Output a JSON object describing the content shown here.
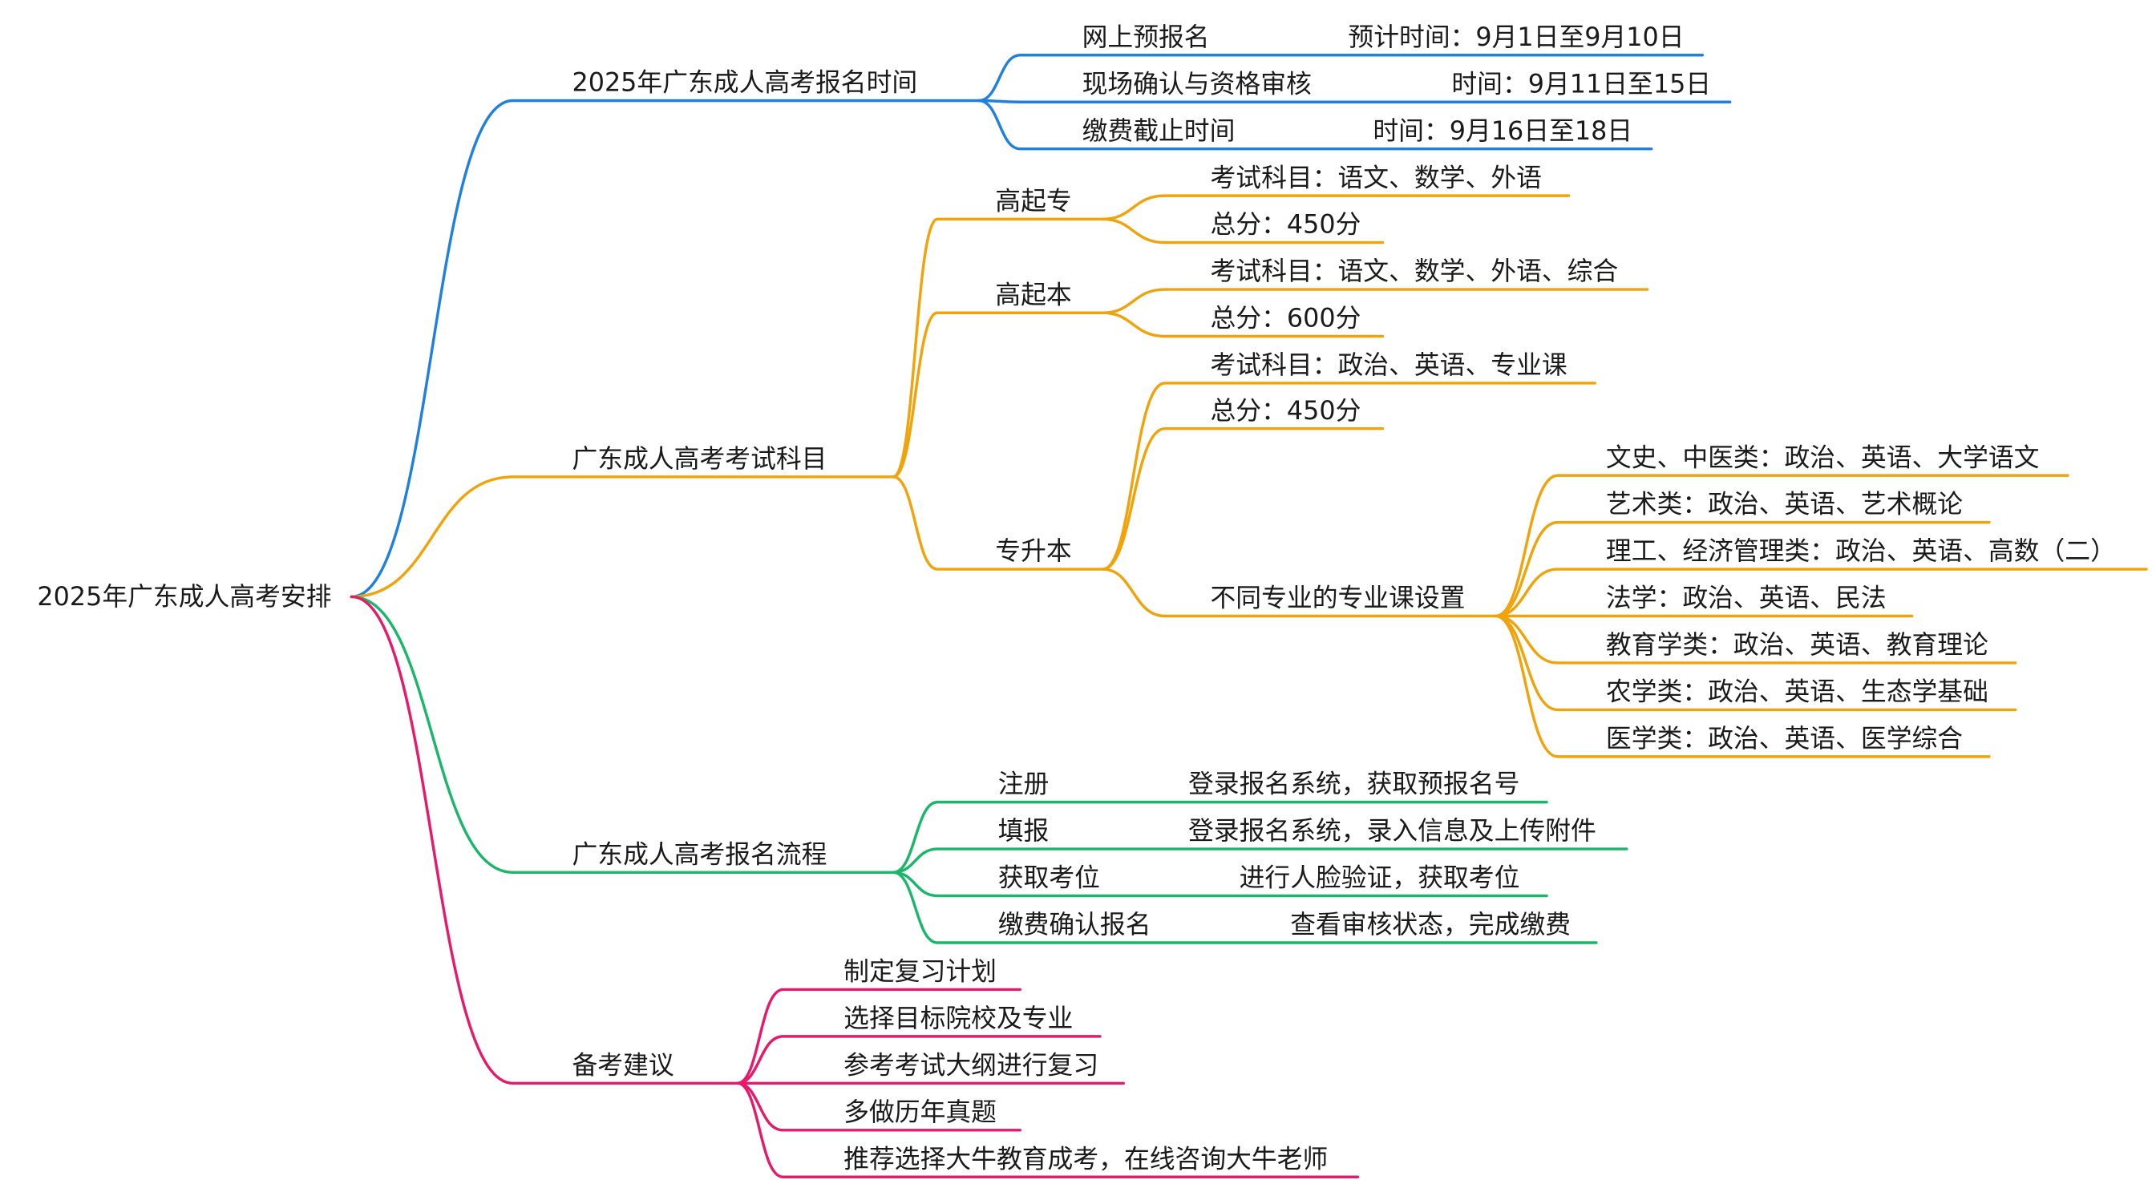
{
  "root": {
    "label": "2025年广东成人高考安排"
  },
  "registration_time": {
    "label": "2025年广东成人高考报名时间",
    "items": [
      {
        "label": "网上预报名",
        "detail": "预计时间：9月1日至9月10日"
      },
      {
        "label": "现场确认与资格审核",
        "detail": "时间：9月11日至15日"
      },
      {
        "label": "缴费截止时间",
        "detail": "时间：9月16日至18日"
      }
    ]
  },
  "exam_subjects": {
    "label": "广东成人高考考试科目",
    "levels": [
      {
        "label": "高起专",
        "items": [
          "考试科目：语文、数学、外语",
          "总分：450分"
        ]
      },
      {
        "label": "高起本",
        "items": [
          "考试科目：语文、数学、外语、综合",
          "总分：600分"
        ]
      },
      {
        "label": "专升本",
        "items": [
          "考试科目：政治、英语、专业课",
          "总分：450分",
          "不同专业的专业课设置"
        ],
        "majors": [
          "文史、中医类：政治、英语、大学语文",
          "艺术类：政治、英语、艺术概论",
          "理工、经济管理类：政治、英语、高数（二）",
          "法学：政治、英语、民法",
          "教育学类：政治、英语、教育理论",
          "农学类：政治、英语、生态学基础",
          "医学类：政治、英语、医学综合"
        ]
      }
    ]
  },
  "registration_process": {
    "label": "广东成人高考报名流程",
    "steps": [
      {
        "label": "注册",
        "detail": "登录报名系统，获取预报名号"
      },
      {
        "label": "填报",
        "detail": "登录报名系统，录入信息及上传附件"
      },
      {
        "label": "获取考位",
        "detail": "进行人脸验证，获取考位"
      },
      {
        "label": "缴费确认报名",
        "detail": "查看审核状态，完成缴费"
      }
    ]
  },
  "exam_advice": {
    "label": "备考建议",
    "items": [
      "制定复习计划",
      "选择目标院校及专业",
      "参考考试大纲进行复习",
      "多做历年真题",
      "推荐选择大牛教育成考，在线咨询大牛老师"
    ]
  },
  "colors": {
    "registration_time": "#1f80e0",
    "exam_subjects": "#f0a30a",
    "registration_process": "#1ab76a",
    "exam_advice": "#e6196b",
    "text": "#1a1a1a",
    "background": "#ffffff"
  }
}
